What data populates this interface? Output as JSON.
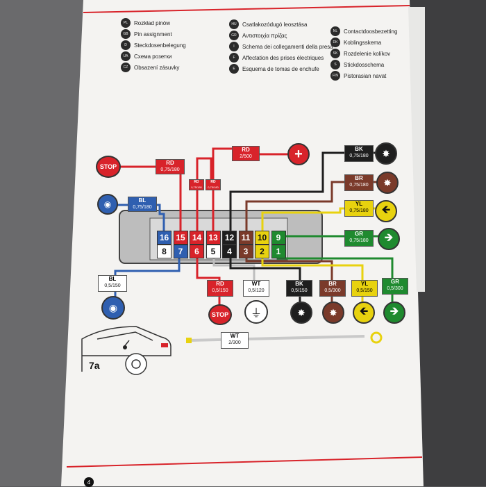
{
  "legend_left": [
    {
      "code": "PL",
      "text": "Rozkład pinów"
    },
    {
      "code": "GB",
      "text": "Pin assignment"
    },
    {
      "code": "D",
      "text": "Steckdosenbelegung"
    },
    {
      "code": "UA",
      "text": "Схема розетки"
    },
    {
      "code": "CZ",
      "text": "Obsazení zásuvky"
    }
  ],
  "legend_mid": [
    {
      "code": "HU",
      "text": "Csatlakozódugó leosztása"
    },
    {
      "code": "GR",
      "text": "Αντιστοιχία πρίζας"
    },
    {
      "code": "I",
      "text": "Schema dei collegamenti della presa"
    },
    {
      "code": "F",
      "text": "Affectation des prises électriques"
    },
    {
      "code": "E",
      "text": "Esquema de tomas de enchufe"
    }
  ],
  "legend_right": [
    {
      "code": "NL",
      "text": "Contactdoosbezetting"
    },
    {
      "code": "DK",
      "text": "Koblingsskema"
    },
    {
      "code": "SK",
      "text": "Rozdelenie kolíkov"
    },
    {
      "code": "S",
      "text": "Stickdosschema"
    },
    {
      "code": "FIN",
      "text": "Pistorasian navat"
    }
  ],
  "wires": {
    "rd_2_500": {
      "code": "RD",
      "spec": "2/500"
    },
    "rd_075_180": {
      "code": "RD",
      "spec": "0,75/180"
    },
    "rd_small_a": {
      "code": "RD",
      "spec": "0,75/180"
    },
    "rd_small_b": {
      "code": "RD",
      "spec": "0,75/180"
    },
    "bl_075_180": {
      "code": "BL",
      "spec": "0,75/180"
    },
    "bk_075_180": {
      "code": "BK",
      "spec": "0,75/180"
    },
    "br_075_180": {
      "code": "BR",
      "spec": "0,75/180"
    },
    "yl_075_180": {
      "code": "YL",
      "spec": "0,75/180"
    },
    "gr_075_180": {
      "code": "GR",
      "spec": "0,75/180"
    },
    "bl_05_150": {
      "code": "BL",
      "spec": "0,5/150"
    },
    "rd_05_150": {
      "code": "RD",
      "spec": "0,5/150"
    },
    "wt_05_120": {
      "code": "WT",
      "spec": "0,5/120"
    },
    "bk_05_150": {
      "code": "BK",
      "spec": "0,5/150"
    },
    "br_05_300": {
      "code": "BR",
      "spec": "0,5/300"
    },
    "yl_05_150": {
      "code": "YL",
      "spec": "0,5/150"
    },
    "gr_05_300": {
      "code": "GR",
      "spec": "0,5/300"
    },
    "wt_2_300": {
      "code": "WT",
      "spec": "2/300"
    }
  },
  "pins_top": [
    "16",
    "15",
    "14",
    "13",
    "12",
    "11",
    "10",
    "9"
  ],
  "pins_bottom": [
    "8",
    "7",
    "6",
    "5",
    "4",
    "3",
    "2",
    "1"
  ],
  "icons": {
    "stop_top": "STOP",
    "stop_bottom": "STOP",
    "plus": "+"
  },
  "car_label": "7a",
  "page_number": "4",
  "colors": {
    "red": "#d8232a",
    "blue": "#2f5fb0",
    "black": "#1e1e1e",
    "brown": "#7a3a2a",
    "yellow": "#e8d20f",
    "green": "#1f8a2f",
    "white": "#ffffff",
    "grey": "#bdbdbd"
  }
}
